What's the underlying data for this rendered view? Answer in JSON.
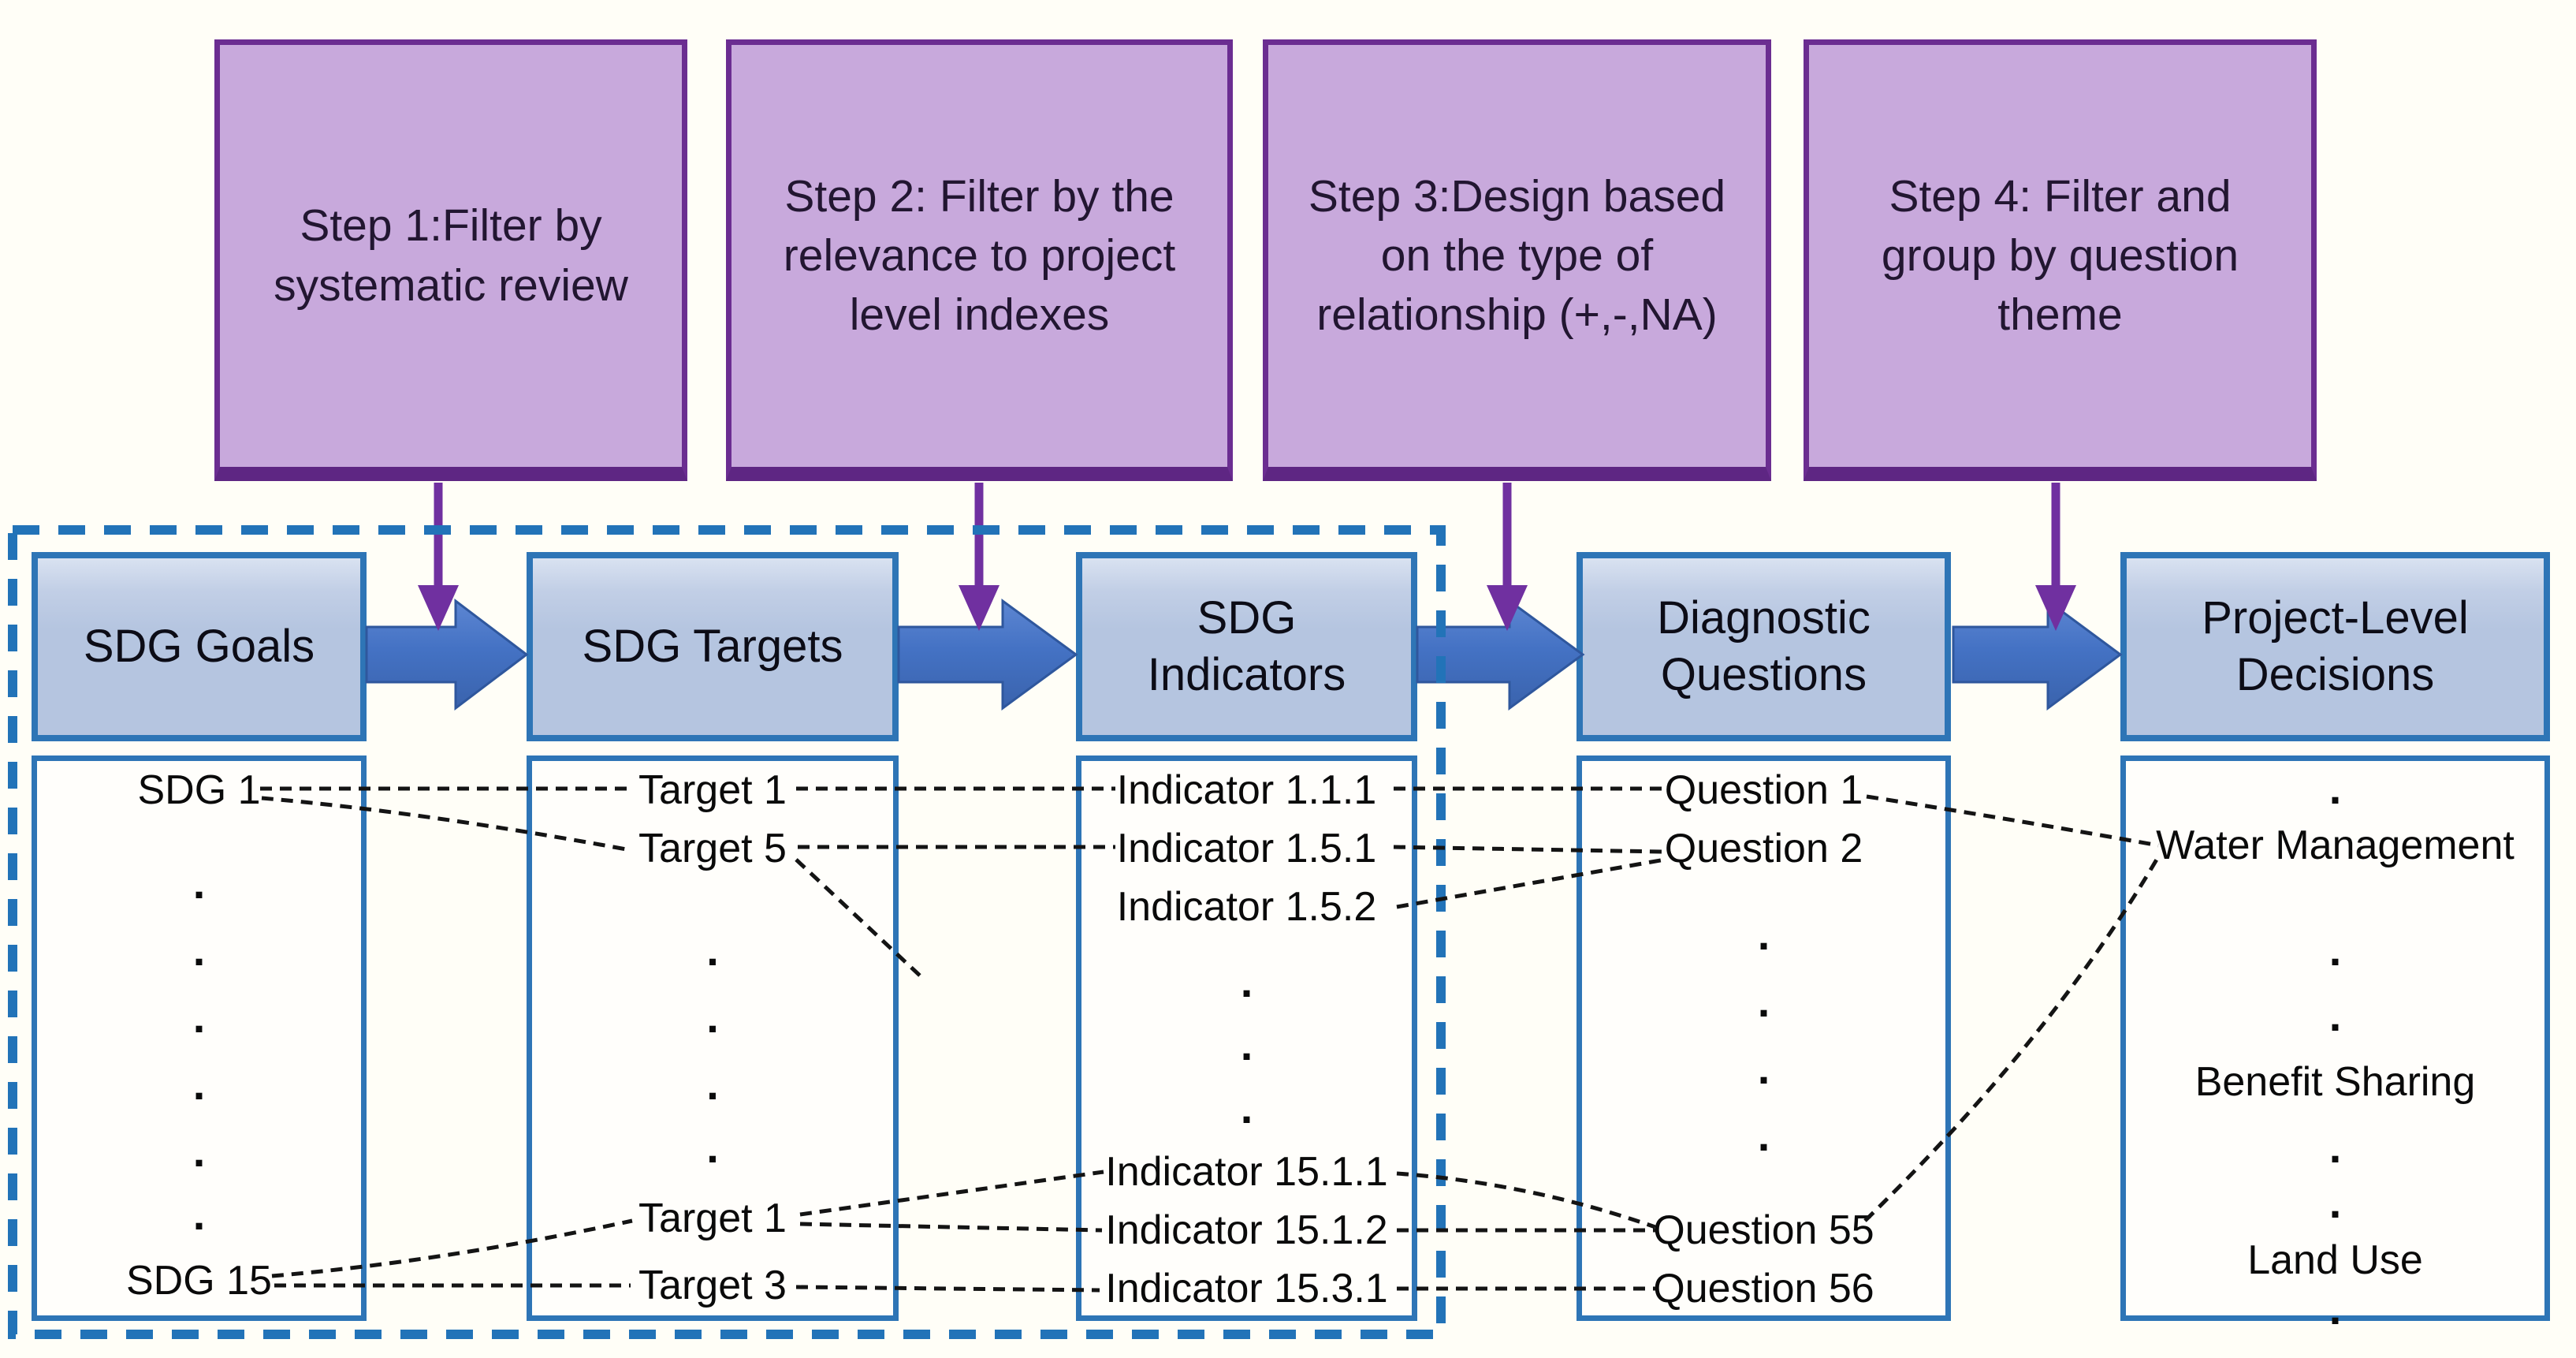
{
  "steps": [
    {
      "label": "Step 1:Filter by systematic review"
    },
    {
      "label": "Step 2: Filter by the relevance to project level indexes"
    },
    {
      "label": "Step 3:Design based on the type of relationship (+,-,NA)"
    },
    {
      "label": "Step 4: Filter and group by question theme"
    }
  ],
  "columns": [
    {
      "header": "SDG Goals",
      "items": [
        "SDG 1",
        ".",
        ".",
        ".",
        ".",
        ".",
        ".",
        "SDG 15"
      ]
    },
    {
      "header": "SDG Targets",
      "items": [
        "Target 1",
        "Target 5",
        ".",
        ".",
        ".",
        ".",
        "Target 1",
        "Target 3"
      ]
    },
    {
      "header": "SDG Indicators",
      "items": [
        "Indicator 1.1.1",
        "Indicator 1.5.1",
        "Indicator 1.5.2",
        ".",
        ".",
        ".",
        "Indicator 15.1.1",
        "Indicator 15.1.2",
        "Indicator 15.3.1"
      ]
    },
    {
      "header": "Diagnostic Questions",
      "items": [
        "Question 1",
        "Question 2",
        ".",
        ".",
        ".",
        ".",
        "Question 55",
        "Question 56"
      ]
    },
    {
      "header": "Project-Level Decisions",
      "items": [
        ".",
        "Water Management",
        ".",
        ".",
        "Benefit Sharing",
        ".",
        ".",
        "Land Use",
        "."
      ]
    }
  ],
  "colors": {
    "step_fill": "#c8a9dc",
    "step_border": "#6b2d91",
    "purple_arrow": "#7030a0",
    "flow_arrow": "#4472c4",
    "column_border": "#2e75b6",
    "group_outline": "#2273b8",
    "connector": "#141414"
  }
}
